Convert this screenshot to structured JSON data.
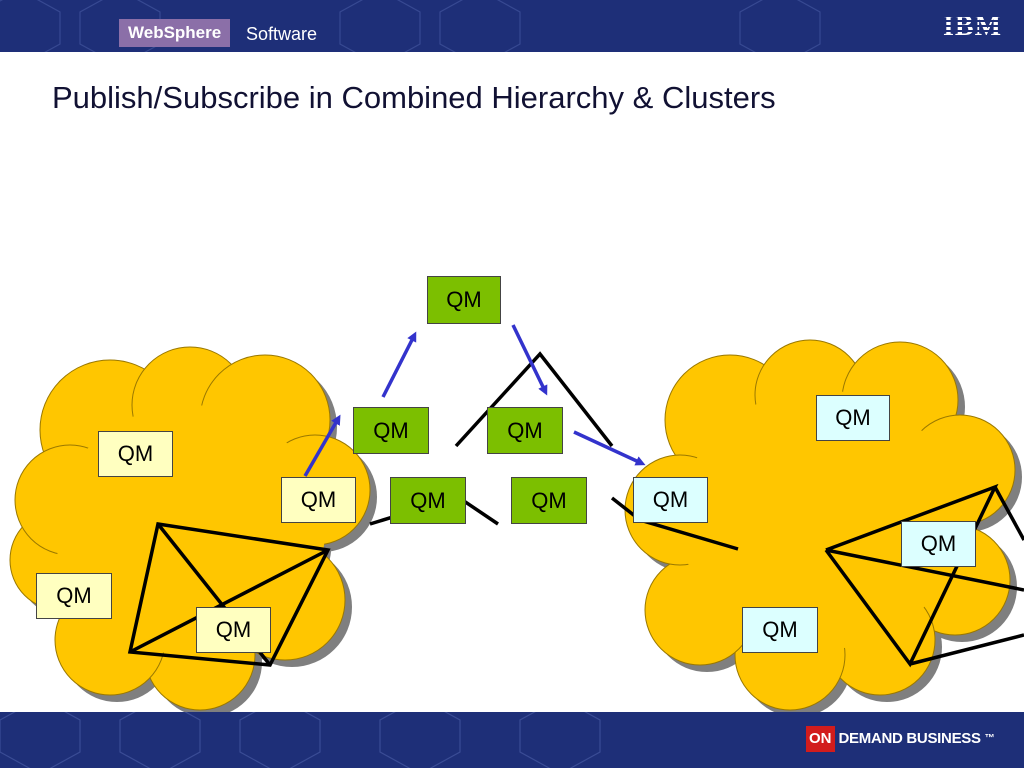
{
  "header": {
    "product": "WebSphere",
    "division": "Software",
    "logo": "IBM"
  },
  "title": "Publish/Subscribe in Combined Hierarchy & Clusters",
  "diagram": {
    "node_label": "QM",
    "colors": {
      "cloud": "#ffc600",
      "cloud_shadow": "#7f7f7f",
      "green_node": "#7cbf00",
      "yellow_node": "#ffffc0",
      "cyan_node": "#dcffff",
      "arrow": "#3333cc",
      "link": "#000000"
    },
    "left_cluster": {
      "nodes": [
        "QM",
        "QM",
        "QM"
      ]
    },
    "hierarchy": {
      "nodes": [
        "QM",
        "QM",
        "QM",
        "QM",
        "QM",
        "QM"
      ]
    },
    "right_cluster": {
      "nodes": [
        "QM",
        "QM",
        "QM",
        "QM"
      ]
    }
  },
  "footer": {
    "brand_on": "ON",
    "brand_text": "DEMAND BUSINESS",
    "trademark": "™"
  }
}
